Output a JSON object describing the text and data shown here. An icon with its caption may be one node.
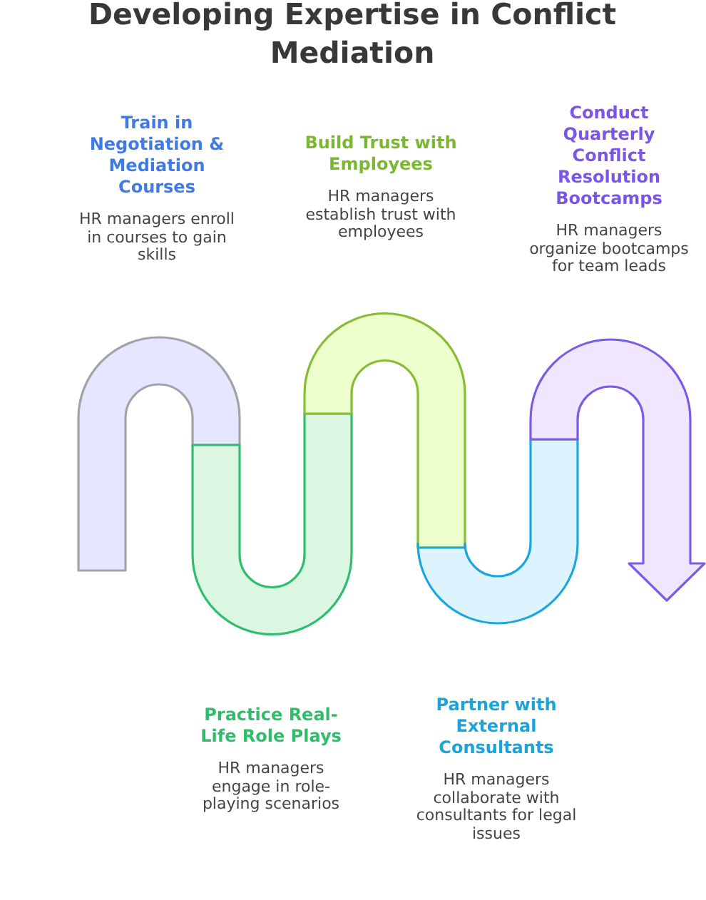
{
  "diagram": {
    "title": "Developing Expertise in Conflict Mediation",
    "nodes": [
      {
        "text": [
          "Train in Negotiation & Mediation Courses",
          "HR managers enroll in courses to gain skills"
        ]
      },
      {
        "text": [
          "Practice Real-Life Role Plays",
          "HR managers engage in role-playing scenarios"
        ]
      },
      {
        "text": [
          "Build Trust with Employees",
          "HR managers establish trust with employees"
        ]
      },
      {
        "text": [
          "Partner with External Consultants",
          "HR managers collaborate with consultants for legal issues"
        ]
      },
      {
        "text": [
          "Conduct Quarterly Conflict Resolution Bootcamps",
          "HR managers organize bootcamps for team leads"
        ]
      }
    ]
  }
}
